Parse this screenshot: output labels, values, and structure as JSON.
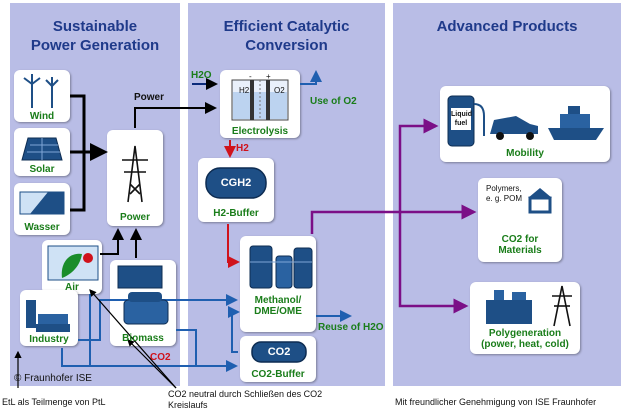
{
  "columns": {
    "power": {
      "title_line1": "Sustainable",
      "title_line2": "Power Generation"
    },
    "catalytic": {
      "title_line1": "Efficient Catalytic",
      "title_line2": "Conversion"
    },
    "products": {
      "title": "Advanced Products"
    }
  },
  "sources": {
    "wind": "Wind",
    "solar": "Solar",
    "water": "Wasser",
    "air": "Air",
    "industry": "Industry",
    "biomass": "Biomass",
    "power": "Power"
  },
  "conversion": {
    "h2o_in": "H2O",
    "power_label": "Power",
    "use_o2": "Use of O2",
    "electrolysis": "Electrolysis",
    "h2_tag": "H2",
    "o2_tag": "O2",
    "plus": "+",
    "minus": "-",
    "h2_arrow": "H2",
    "cgh2": "CGH2",
    "h2_buffer": "H2-Buffer",
    "methanol": "Methanol/\nDME/OME",
    "reuse_h2o": "Reuse of H2O",
    "co2_tank": "CO2",
    "co2_buffer": "CO2-Buffer",
    "co2_red": "CO2"
  },
  "products": {
    "liquid_fuel": "Liquid fuel",
    "mobility": "Mobility",
    "polymers": "Polymers,\ne. g. POM",
    "co2_materials": "CO2 for\nMaterials",
    "polygeneration": "Polygeneration\n(power, heat, cold)"
  },
  "footer": {
    "copyright": "© Fraunhofer ISE",
    "etl": "EtL als Teilmenge von PtL",
    "co2_neutral": "CO2 neutral durch Schließen des CO2\nKreislaufs",
    "permission": "Mit freundlicher Genehmigung von ISE Fraunhofer"
  },
  "colors": {
    "panel": "#b9bde6",
    "title": "#1f3a8a",
    "green_label": "#1a7d1a",
    "red": "#d0121b",
    "purple": "#7b0f87",
    "blue_arrow": "#1f5fb0"
  }
}
